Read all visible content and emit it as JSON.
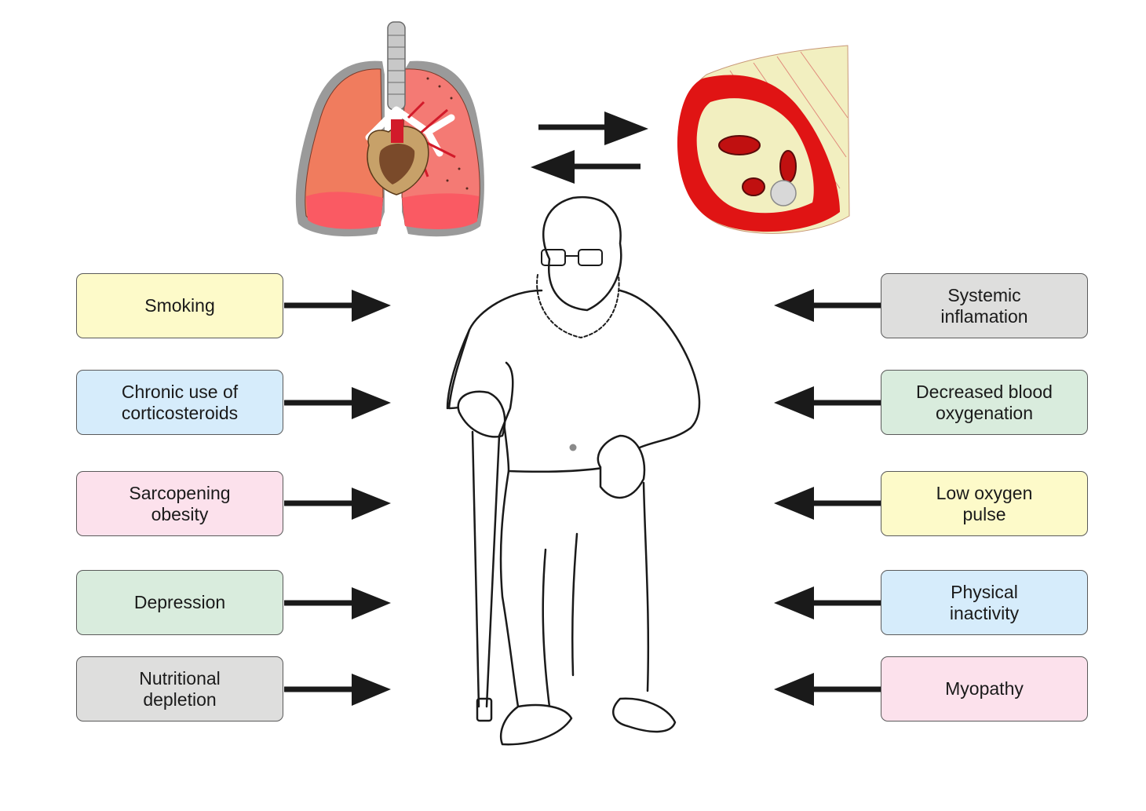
{
  "colors": {
    "arrow": "#1a1a1a",
    "lung_left": "#f07c5e",
    "lung_right": "#f47a74",
    "lung_lower": "#fa5a63",
    "heart": "#c7a169",
    "muscle_red": "#e01414",
    "muscle_fat": "#f2efc0",
    "outline": "#1a1a1a"
  },
  "left_factors": [
    {
      "label": "Smoking",
      "color": "#fdfac9"
    },
    {
      "label": "Chronic use of\ncorticosteroids",
      "color": "#d6ecfb"
    },
    {
      "label": "Sarcopening\nobesity",
      "color": "#fce1ec"
    },
    {
      "label": "Depression",
      "color": "#d9ecdd"
    },
    {
      "label": "Nutritional\ndepletion",
      "color": "#dededd"
    }
  ],
  "right_factors": [
    {
      "label": "Systemic\ninflamation",
      "color": "#dededd"
    },
    {
      "label": "Decreased blood\noxygenation",
      "color": "#d9ecdd"
    },
    {
      "label": "Low oxygen\npulse",
      "color": "#fdfac9"
    },
    {
      "label": "Physical\ninactivity",
      "color": "#d6ecfb"
    },
    {
      "label": "Myopathy",
      "color": "#fce1ec"
    }
  ],
  "illustrations": {
    "lungs_icon": "lungs-heart-icon",
    "muscle_icon": "muscle-cross-section-icon",
    "person_icon": "elderly-man-with-cane-icon",
    "exchange_icon": "bidirectional-arrows-icon"
  }
}
